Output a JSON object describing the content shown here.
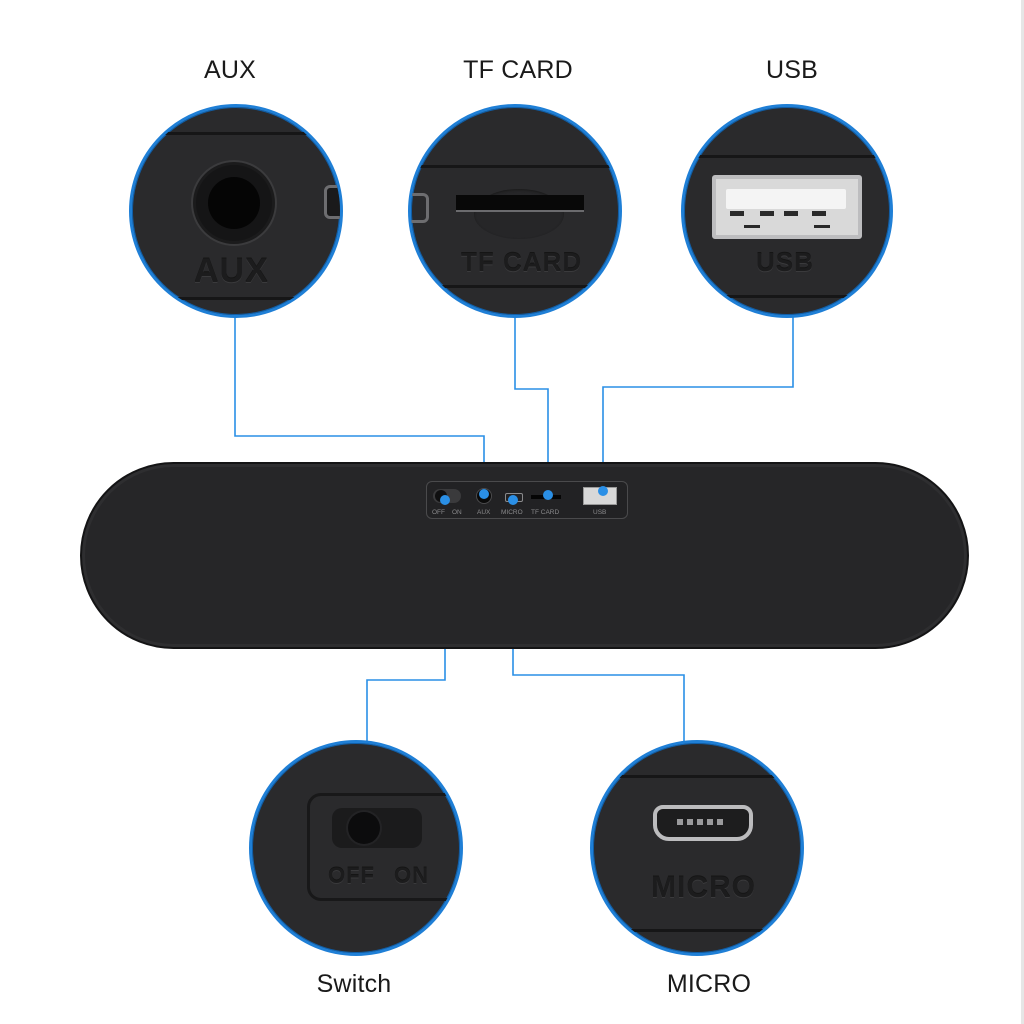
{
  "image": {
    "description": "Product diagram of a black soundbar speaker with callout magnifier circles for each port",
    "accent_color": "#1f7fd6",
    "background": "#ffffff"
  },
  "callouts_top": [
    {
      "id": "aux",
      "title": "AUX",
      "embossed_text": "AUX",
      "icon": "audio-jack-3.5mm-icon"
    },
    {
      "id": "tf_card",
      "title": "TF CARD",
      "embossed_text": "TF CARD",
      "icon": "sd-card-slot-icon"
    },
    {
      "id": "usb",
      "title": "USB",
      "embossed_text": "USB",
      "icon": "usb-a-port-icon"
    }
  ],
  "callouts_bottom": [
    {
      "id": "switch",
      "title": "Switch",
      "embossed_off": "OFF",
      "embossed_on": "ON",
      "icon": "power-slide-switch-icon"
    },
    {
      "id": "micro",
      "title": "MICRO",
      "embossed_text": "MICRO",
      "icon": "micro-usb-port-icon"
    }
  ],
  "speaker_panel": {
    "labels": [
      "OFF",
      "ON",
      "AUX",
      "MICRO",
      "TF CARD",
      "USB"
    ]
  }
}
